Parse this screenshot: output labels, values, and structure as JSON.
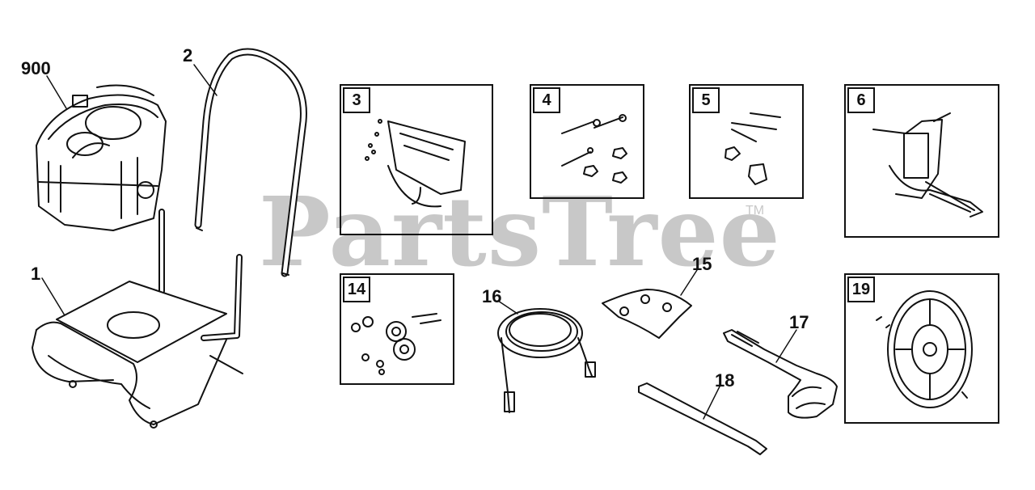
{
  "watermark": {
    "text": "PartsTree",
    "trademark": "TM"
  },
  "callouts": {
    "engine": "900",
    "handle": "2",
    "frame": "1",
    "hose": "16",
    "bag_parts": "15",
    "gun": "17",
    "wand": "18"
  },
  "kit_boxes": {
    "box_3": "3",
    "box_4": "4",
    "box_5": "5",
    "box_6": "6",
    "box_14": "14",
    "box_19": "19"
  },
  "icons": {
    "engine": "engine-icon",
    "handle": "handle-icon",
    "frame": "frame-icon",
    "hose": "hose-icon",
    "gun": "spray-gun-icon",
    "wand": "wand-icon",
    "wheel": "wheel-icon",
    "pump": "pump-icon"
  },
  "colors": {
    "line": "#111111",
    "watermark": "#c8c8c8",
    "background": "#ffffff"
  }
}
